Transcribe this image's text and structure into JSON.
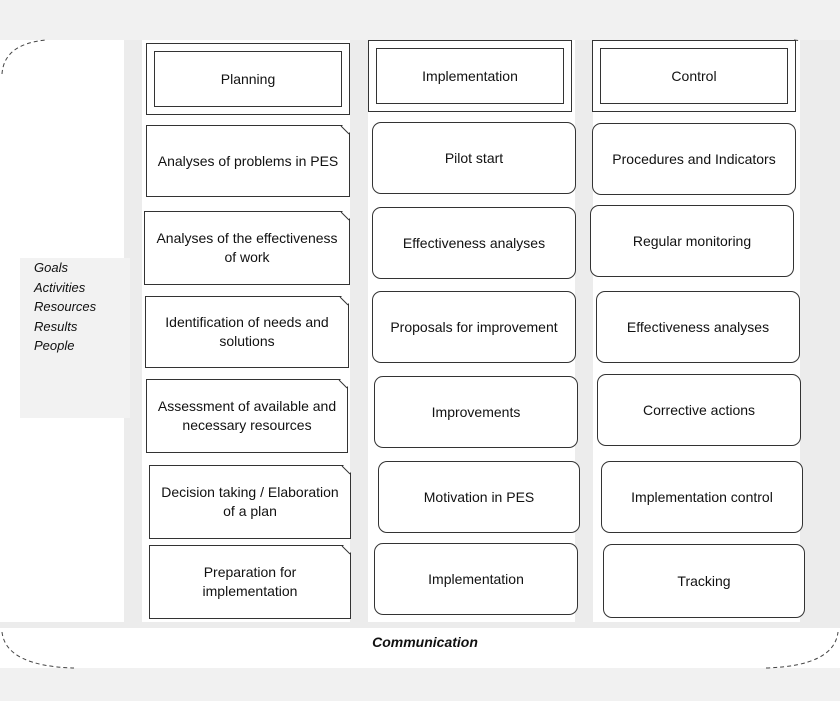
{
  "columns": [
    {
      "header": "Planning",
      "items": [
        "Analyses of problems in PES",
        "Analyses of the effectiveness of work",
        "Identification of needs and solutions",
        "Assessment of available and necessary resources",
        "Decision taking / Elaboration of a plan",
        "Preparation for implementation"
      ]
    },
    {
      "header": "Implementation",
      "items": [
        "Pilot start",
        "Effectiveness analyses",
        "Proposals for improvement",
        "Improvements",
        "Motivation in PES",
        "Implementation"
      ]
    },
    {
      "header": "Control",
      "items": [
        "Procedures and Indicators",
        "Regular monitoring",
        "Effectiveness analyses",
        "Corrective actions",
        "Implementation control",
        "Tracking"
      ]
    }
  ],
  "side_labels": [
    "Goals",
    "Activities",
    "Resources",
    "Results",
    "People"
  ],
  "footer": "Communication"
}
